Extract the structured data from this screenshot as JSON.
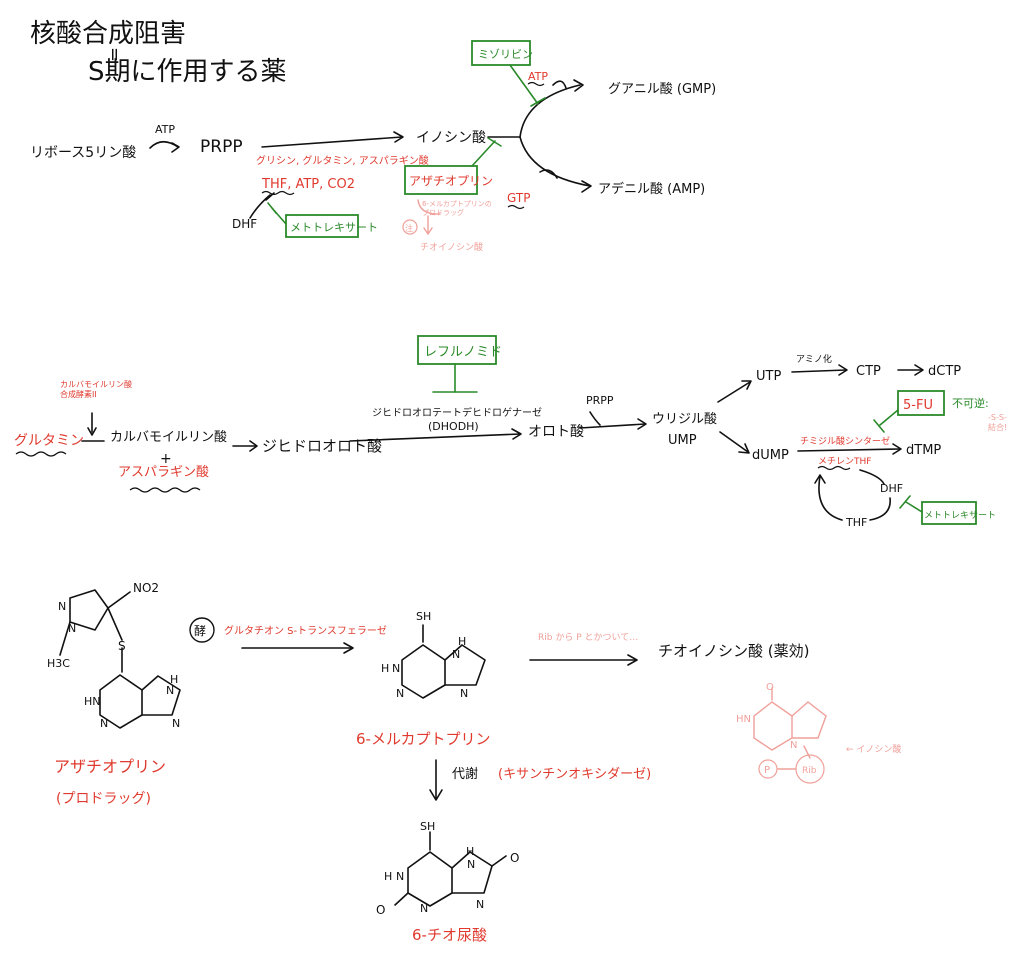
{
  "colors": {
    "ink": "#111111",
    "drug_red": "#e03a2e",
    "inhibitor_green": "#2a8a2a",
    "note_pink": "#f0a09a"
  },
  "header": {
    "title": "核酸合成阻害",
    "equals": "=",
    "subtitle": "S期に作用する薬"
  },
  "purine": {
    "ribose5p": "リボース5リン酸",
    "atp": "ATP",
    "prpp": "PRPP",
    "cofactors_red": "グリシン, グルタミン, アスパラギン酸",
    "thf_line": "THF, ATP, CO2",
    "dhf": "DHF",
    "methotrexate": "メトトレキサート",
    "inosinic": "イノシン酸",
    "azathioprine": "アザチオプリン",
    "azathioprine_note": "6-メルカプトプリンの\nプロドラッグ",
    "note_num": "注",
    "thioinosinic_pink": "チオイノシン酸",
    "mizoribine": "ミゾリビン",
    "atp_red": "ATP",
    "gtp_red": "GTP",
    "gmp": "グアニル酸 (GMP)",
    "amp": "アデニル酸 (AMP)"
  },
  "pyrimidine": {
    "enzyme_red": "カルバモイルリン酸\n合成酵素II",
    "glutamine": "グルタミン",
    "carbamoyl": "カルバモイルリン酸",
    "plus": "+",
    "aspartic": "アスパラギン酸",
    "dihydroorotic": "ジヒドロオロト酸",
    "leflunomide": "レフルノミド",
    "dhodh_name": "ジヒドロオロテートデヒドロゲナーゼ",
    "dhodh_abbr": "(DHODH)",
    "orotic": "オロト酸",
    "prpp": "PRPP",
    "uridylic": "ウリジル酸",
    "ump": "UMP",
    "utp": "UTP",
    "amination": "アミノ化",
    "ctp": "CTP",
    "dctp": "dCTP",
    "dump": "dUMP",
    "thymidylate_synthase": "チミジル酸シンターゼ",
    "dtmp": "dTMP",
    "methylene_thf": "メチレンTHF",
    "dhf": "DHF",
    "thf": "THF",
    "fu": "5-FU",
    "irreversible": "不可逆:",
    "bond_note": "-S-S-\n結合!",
    "methotrexate": "メトトレキサート"
  },
  "structures": {
    "no2": "NO2",
    "h3c": "H3C",
    "s": "S",
    "sh": "SH",
    "n": "N",
    "h": "H",
    "o": "O",
    "hn": "HN",
    "azathioprine": "アザチオプリン",
    "prodrug": "(プロドラッグ)",
    "non_enzymatic_mark": "酵",
    "gst": "グルタチオン S-トランスフェラーゼ",
    "mp": "6-メルカプトプリン",
    "metabolism": "代謝",
    "xo": "(キサンチンオキシダーゼ)",
    "thiouric": "6-チオ尿酸",
    "pink_note": "Rib から P とかついて…",
    "thioinosinic": "チオイノシン酸 (薬効)",
    "inosinic_label": "← イノシン酸",
    "p_circle": "P",
    "rib": "Rib"
  }
}
